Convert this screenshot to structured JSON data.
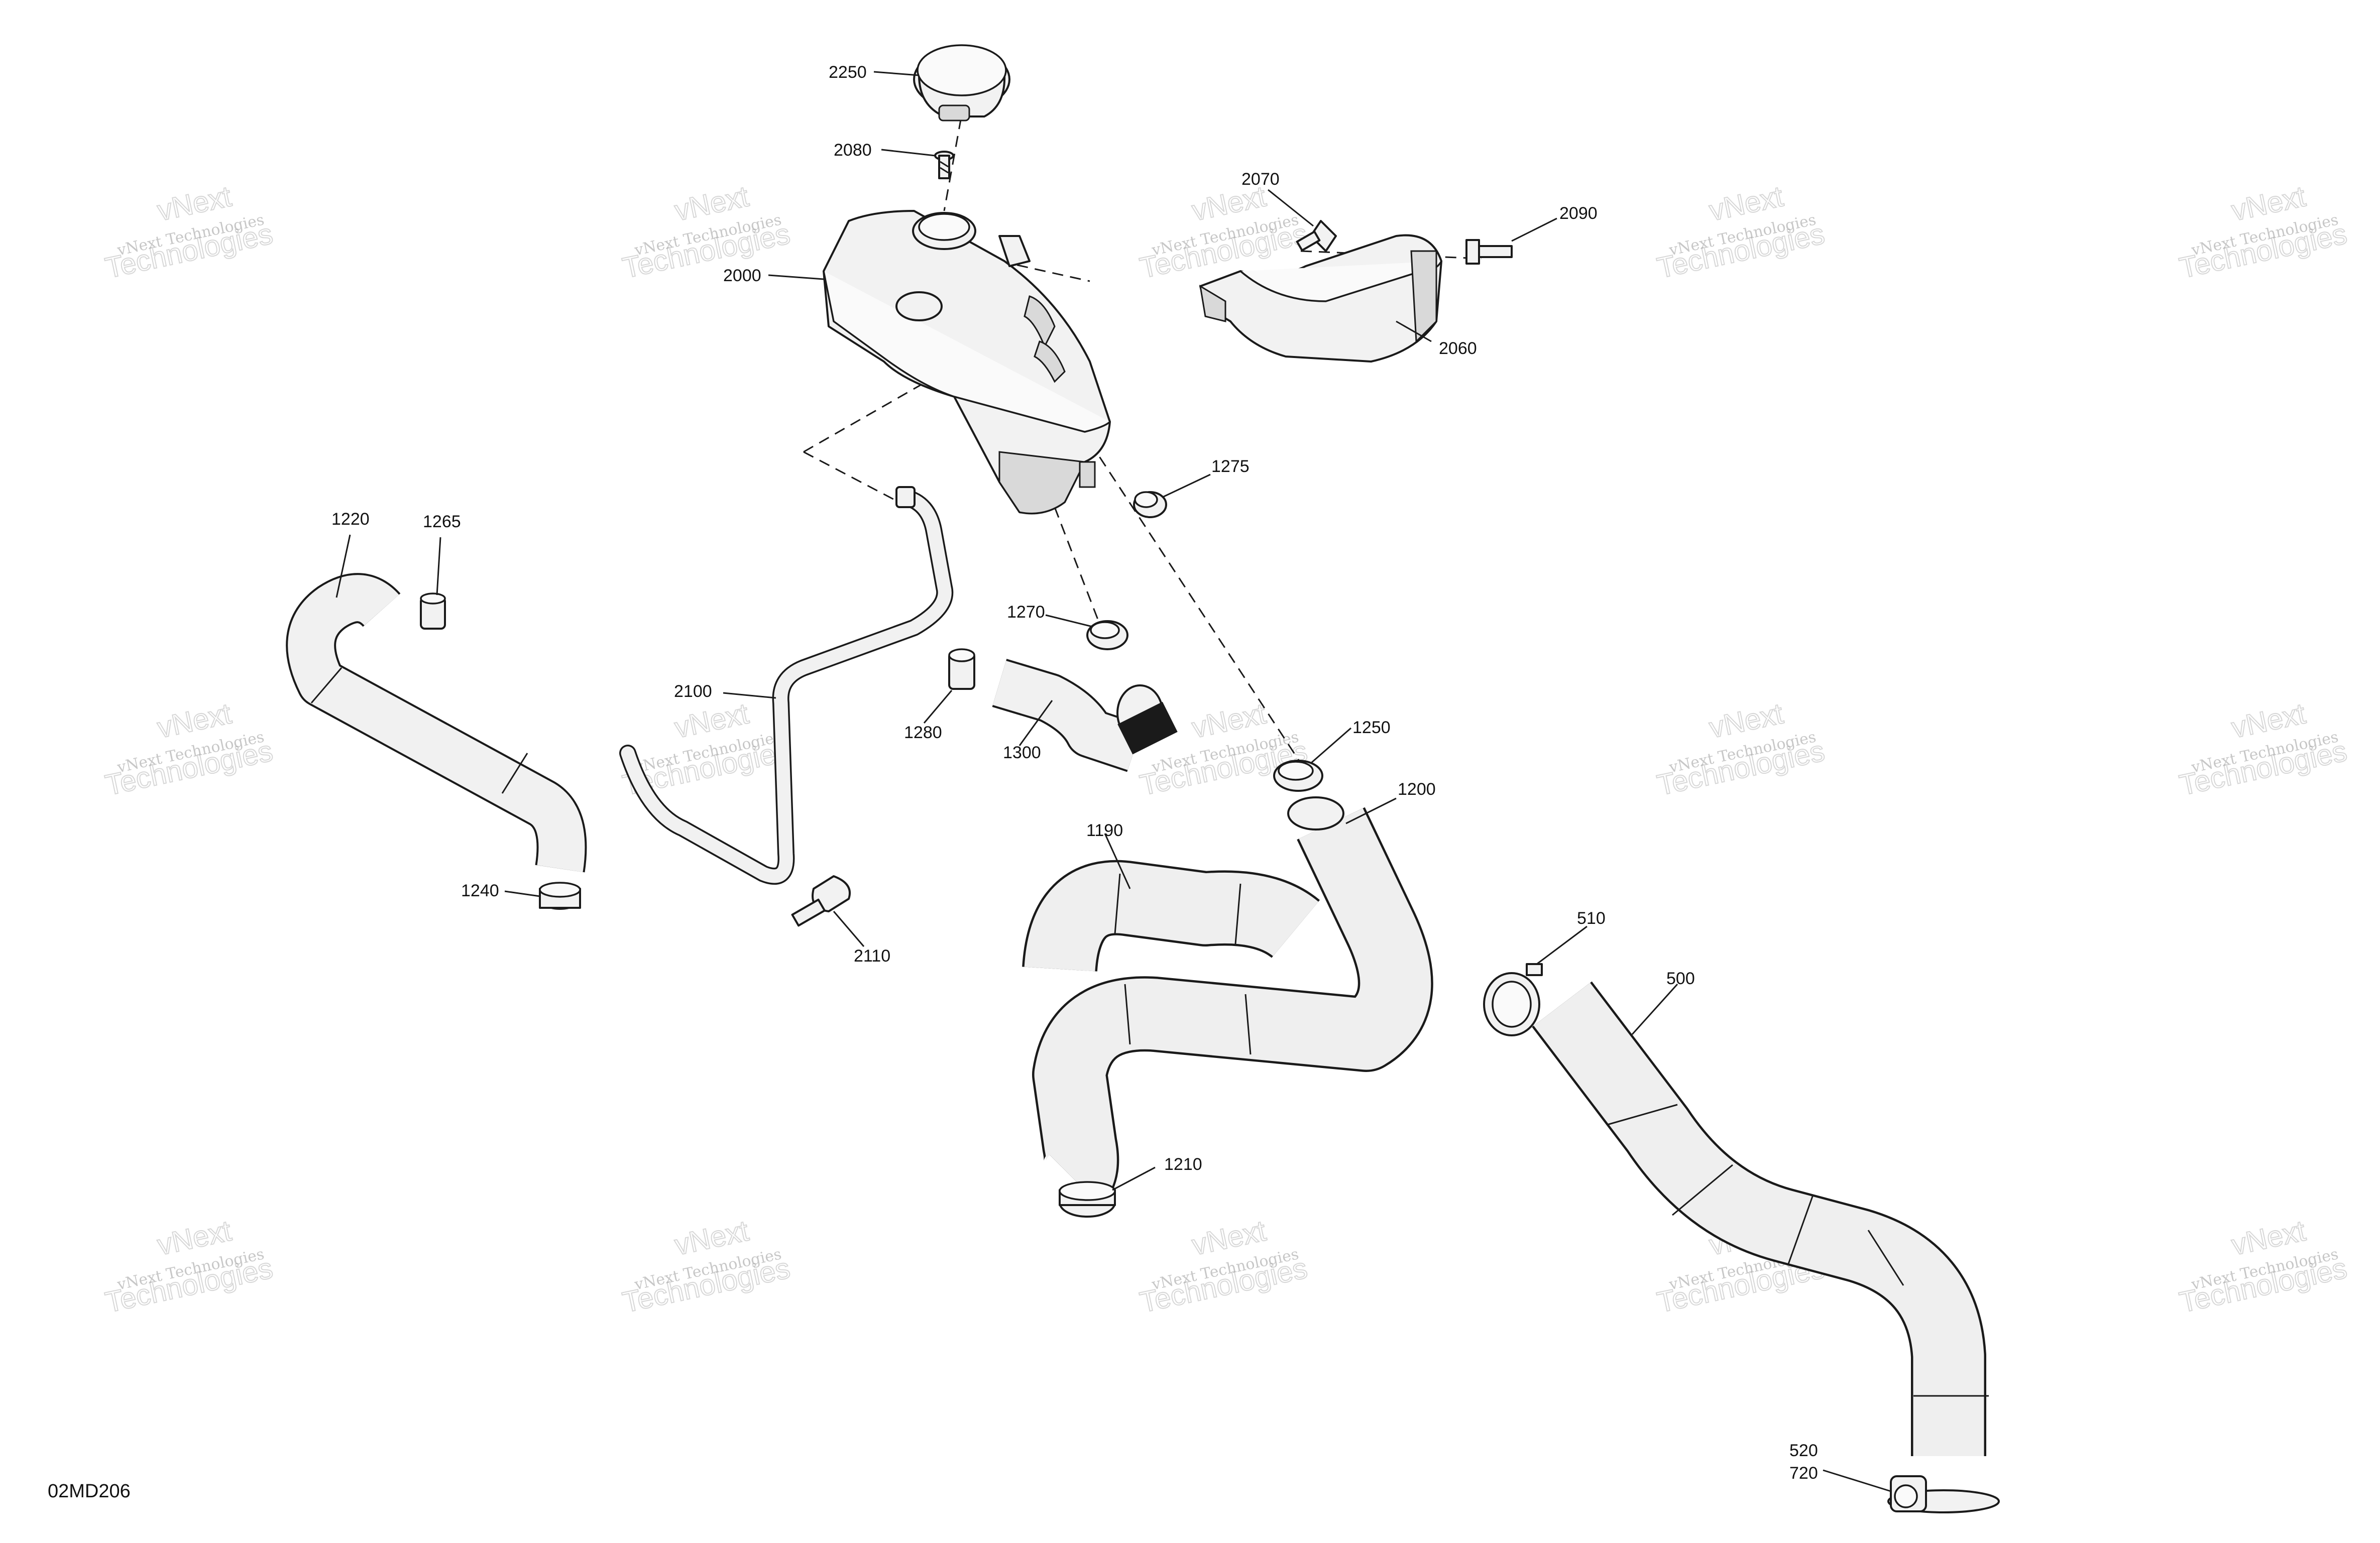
{
  "diagram": {
    "reference_code": "02MD206",
    "watermark": {
      "line1": "vNext Technologies",
      "line2": "Technologies",
      "line3": "vNext"
    },
    "callouts": [
      {
        "id": "c2250",
        "label": "2250"
      },
      {
        "id": "c2080",
        "label": "2080"
      },
      {
        "id": "c2000",
        "label": "2000"
      },
      {
        "id": "c2070",
        "label": "2070"
      },
      {
        "id": "c2090",
        "label": "2090"
      },
      {
        "id": "c2060",
        "label": "2060"
      },
      {
        "id": "c1275",
        "label": "1275"
      },
      {
        "id": "c1220",
        "label": "1220"
      },
      {
        "id": "c1265",
        "label": "1265"
      },
      {
        "id": "c1270",
        "label": "1270"
      },
      {
        "id": "c2100",
        "label": "2100"
      },
      {
        "id": "c1280",
        "label": "1280"
      },
      {
        "id": "c1300",
        "label": "1300"
      },
      {
        "id": "c1250",
        "label": "1250"
      },
      {
        "id": "c1200",
        "label": "1200"
      },
      {
        "id": "c1190",
        "label": "1190"
      },
      {
        "id": "c1240",
        "label": "1240"
      },
      {
        "id": "c2110",
        "label": "2110"
      },
      {
        "id": "c510",
        "label": "510"
      },
      {
        "id": "c500",
        "label": "500"
      },
      {
        "id": "c1210",
        "label": "1210"
      },
      {
        "id": "c520",
        "label": "520"
      },
      {
        "id": "c720",
        "label": "720"
      }
    ]
  }
}
